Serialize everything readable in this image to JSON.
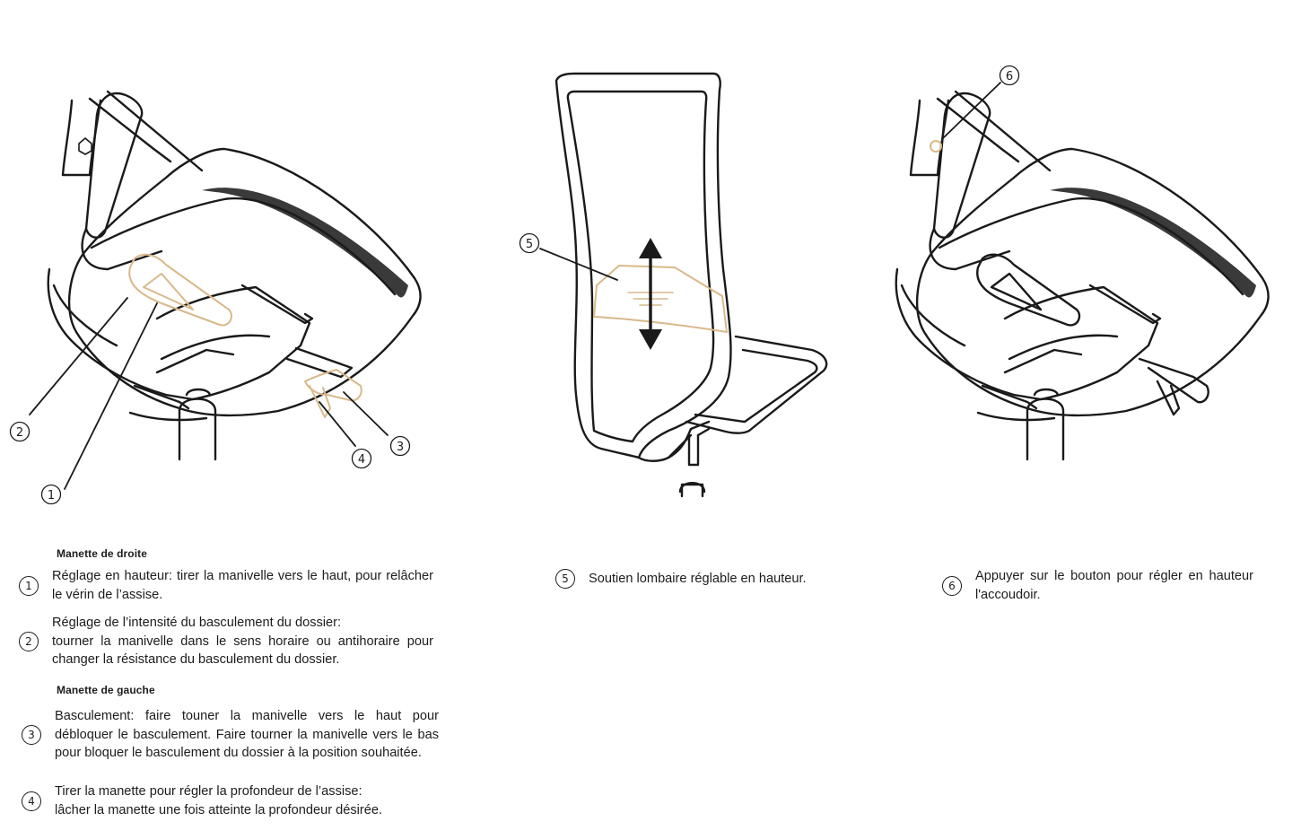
{
  "illustrations": {
    "left_chair": {
      "callouts": [
        "1",
        "2",
        "3",
        "4"
      ]
    },
    "middle_chair": {
      "callouts": [
        "5"
      ]
    },
    "right_chair": {
      "callouts": [
        "6"
      ]
    }
  },
  "colors": {
    "line": "#1a1a1a",
    "highlight": "#d9b98a",
    "shade": "#3a3a3a"
  },
  "sections": {
    "right_handle": {
      "heading": "Manette de droite",
      "items": [
        {
          "number": "1",
          "lines": [
            "Réglage en hauteur: tirer la manivelle vers le haut, pour relâcher",
            "le vérin de l’assise."
          ]
        },
        {
          "number": "2",
          "lines": [
            "Réglage de l’intensité du basculement du dossier:",
            "tourner la manivelle dans le sens horaire ou antihoraire pour",
            "changer la résistance du basculement du dossier."
          ]
        }
      ]
    },
    "left_handle": {
      "heading": "Manette de gauche",
      "items": [
        {
          "number": "3",
          "lines": [
            "Basculement: faire touner la manivelle vers le haut pour",
            "débloquer le basculement.  Faire tourner la manivelle vers le bas",
            "pour bloquer le basculement du dossier à la position souhaitée."
          ]
        },
        {
          "number": "4",
          "lines": [
            "Tirer la manette pour régler la profondeur de l’assise:",
            "lâcher la manette une fois atteinte la profondeur désirée."
          ]
        }
      ]
    },
    "lumbar": {
      "number": "5",
      "lines": [
        "Soutien lombaire réglable en hauteur."
      ]
    },
    "armrest": {
      "number": "6",
      "lines": [
        "Appuyer sur le bouton pour régler en hauteur",
        "l'accoudoir."
      ]
    }
  }
}
